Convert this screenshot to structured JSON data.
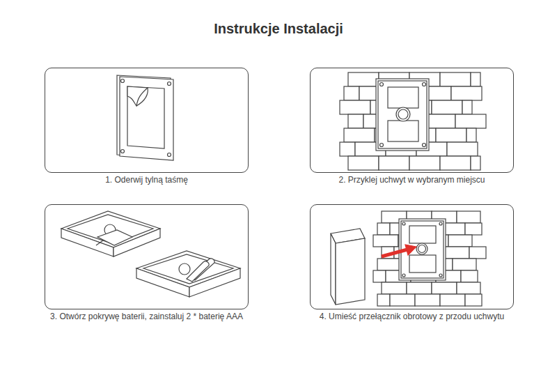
{
  "diagram": {
    "title": "Instrukcje Instalacji",
    "nodes": [
      {
        "text": [
          "1. Oderwij tylną taśmę"
        ]
      },
      {
        "text": [
          "2. Przyklej uchwyt w wybranym miejscu"
        ]
      },
      {
        "text": [
          "3. Otwórz pokrywę baterii, zainstaluj 2 * baterię AAA"
        ]
      },
      {
        "text": [
          "4. Umieść przełącznik obrotowy z przodu uchwytu"
        ]
      }
    ]
  }
}
